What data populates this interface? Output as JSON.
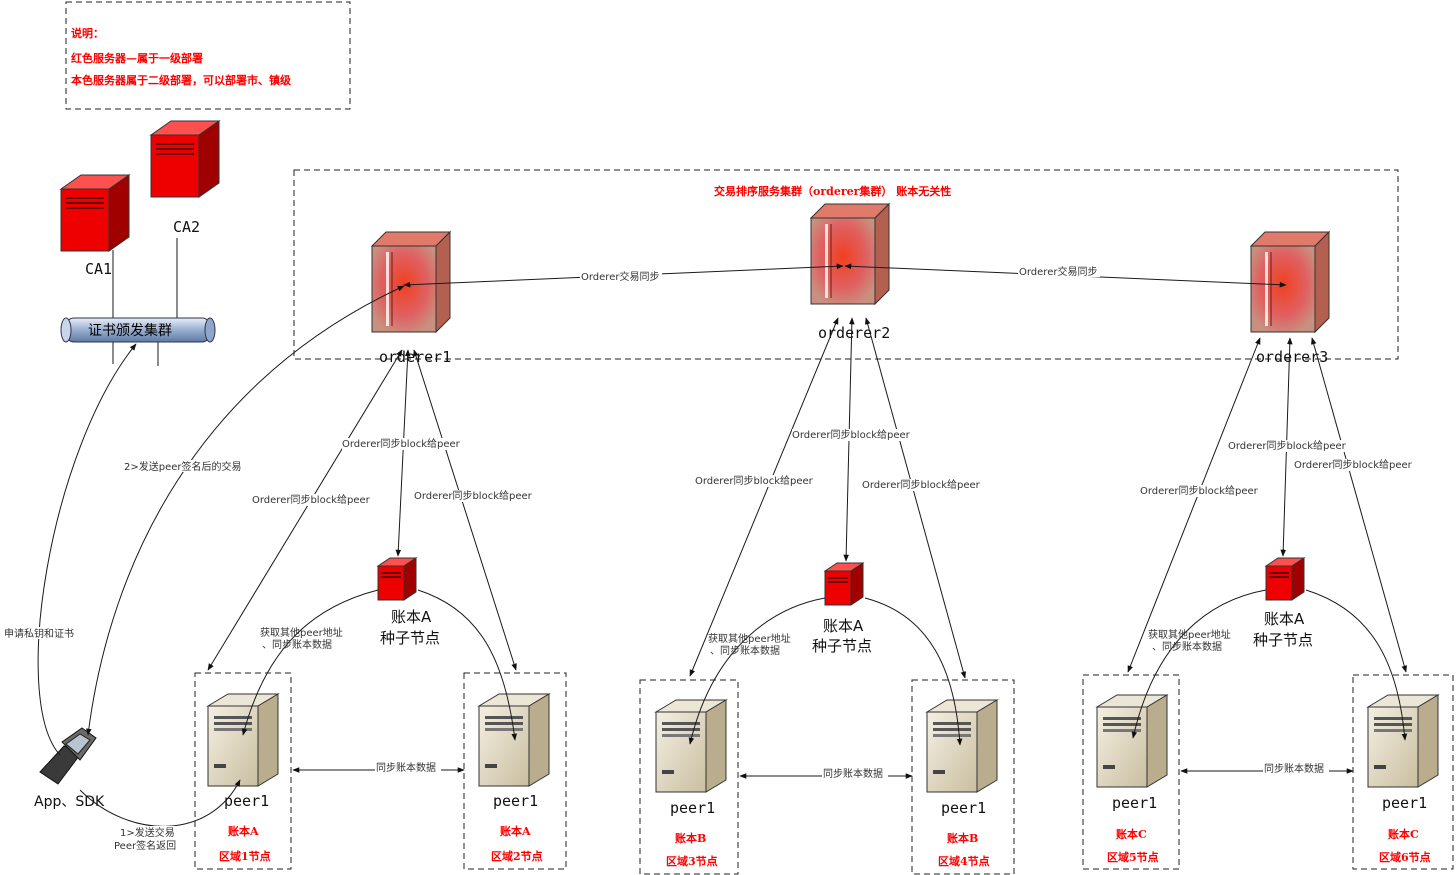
{
  "note": {
    "title": "说明：",
    "line1": "红色服务器—属于一级部署",
    "line2": "本色服务器属于二级部署，可以部署市、镇级"
  },
  "ca": {
    "ca1": "CA1",
    "ca2": "CA2",
    "cluster": "证书颁发集群"
  },
  "orderer_cluster": {
    "title": "交易排序服务集群（orderer集群） 账本无关性",
    "orderer1": "orderer1",
    "orderer2": "orderer2",
    "orderer3": "orderer3",
    "sync_label": "Orderer交易同步"
  },
  "edges": {
    "block_to_peer": "Orderer同步block给peer",
    "send_signed": "2>发送peer签名后的交易",
    "apply_cert": "申请私钥和证书",
    "send_tx_line1": "1>发送交易",
    "send_tx_line2": "Peer签名返回",
    "get_peers_line1": "获取其他peer地址",
    "get_peers_line2": "、同步账本数据",
    "sync_ledger": "同步账本数据"
  },
  "seed": {
    "name_line1": "账本A",
    "name_line2": "种子节点"
  },
  "app": {
    "label": "App、SDK"
  },
  "peers": [
    {
      "name": "peer1",
      "ledger": "账本A",
      "region": "区域1节点"
    },
    {
      "name": "peer1",
      "ledger": "账本A",
      "region": "区域2节点"
    },
    {
      "name": "peer1",
      "ledger": "账本B",
      "region": "区域3节点"
    },
    {
      "name": "peer1",
      "ledger": "账本B",
      "region": "区域4节点"
    },
    {
      "name": "peer1",
      "ledger": "账本C",
      "region": "区域5节点"
    },
    {
      "name": "peer1",
      "ledger": "账本C",
      "region": "区域6节点"
    }
  ],
  "colors": {
    "accent": "#ff0000",
    "server_beige": "#d8d0b8"
  }
}
